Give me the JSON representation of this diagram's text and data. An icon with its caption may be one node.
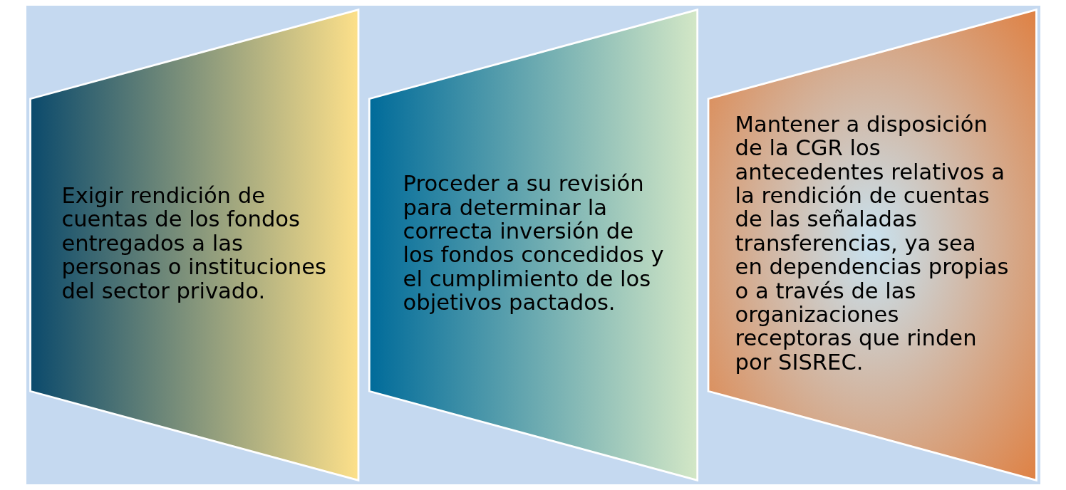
{
  "diagram": {
    "nodes": [
      {
        "text": [
          "Exigir rendición de cuentas de los fondos entregados a las personas o instituciones del sector privado."
        ]
      },
      {
        "text": [
          "Proceder a su revisión para determinar la correcta inversión de los fondos concedidos y el cumplimiento de los objetivos pactados."
        ]
      },
      {
        "text": [
          "Mantener a disposición de la CGR los antecedentes relativos a la rendición de cuentas de las señaladas transferencias, ya sea en dependencias propias o a través de las organizaciones receptoras que rinden por SISREC."
        ]
      }
    ],
    "edges": []
  }
}
